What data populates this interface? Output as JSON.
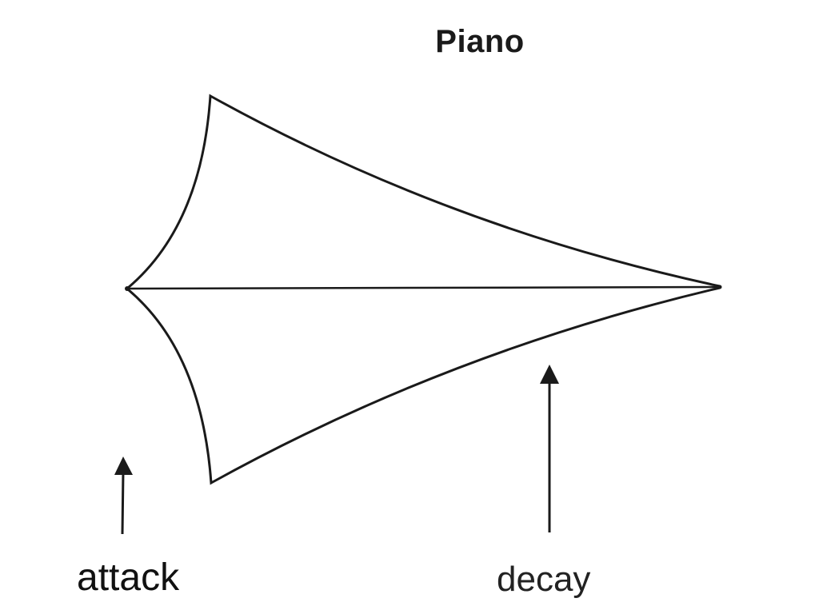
{
  "diagram": {
    "title": "Piano",
    "labels": {
      "attack": "attack",
      "decay": "decay"
    },
    "line_color": "#1a1a1a"
  }
}
